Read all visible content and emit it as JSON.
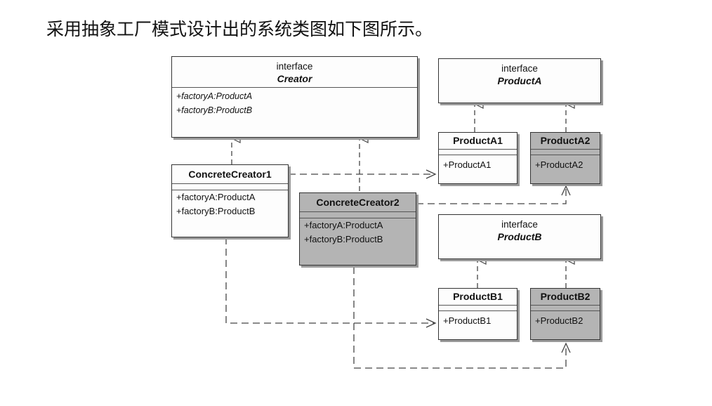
{
  "intro_text": "采用抽象工厂模式设计出的系统类图如下图所示。",
  "creator": {
    "stereotype": "interface",
    "name": "Creator",
    "members": [
      "+factoryA:ProductA",
      "+factoryB:ProductB"
    ]
  },
  "concrete_creator_1": {
    "name": "ConcreteCreator1",
    "members": [
      "+factoryA:ProductA",
      "+factoryB:ProductB"
    ]
  },
  "concrete_creator_2": {
    "name": "ConcreteCreator2",
    "members": [
      "+factoryA:ProductA",
      "+factoryB:ProductB"
    ]
  },
  "product_a": {
    "stereotype": "interface",
    "name": "ProductA"
  },
  "product_a1": {
    "name": "ProductA1",
    "members": [
      "+ProductA1"
    ]
  },
  "product_a2": {
    "name": "ProductA2",
    "members": [
      "+ProductA2"
    ]
  },
  "product_b": {
    "stereotype": "interface",
    "name": "ProductB"
  },
  "product_b1": {
    "name": "ProductB1",
    "members": [
      "+ProductB1"
    ]
  },
  "product_b2": {
    "name": "ProductB2",
    "members": [
      "+ProductB2"
    ]
  },
  "colors": {
    "concrete_fill": "#fdfdfd",
    "alternate_fill": "#b4b4b4",
    "line": "#444444"
  }
}
